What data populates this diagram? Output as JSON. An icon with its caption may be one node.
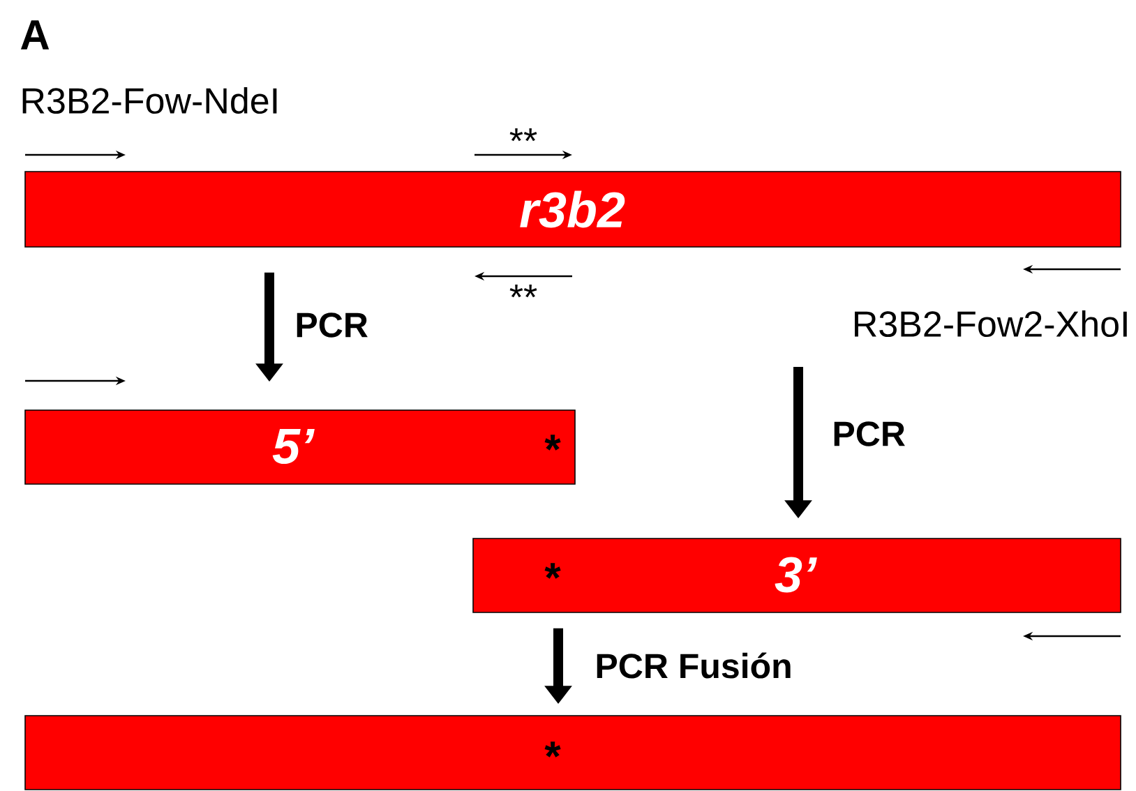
{
  "diagram": {
    "nodes": [
      {
        "text": [
          "r3b2"
        ]
      },
      {
        "text": [
          "5’",
          "*"
        ]
      },
      {
        "text": [
          "*",
          "3’"
        ]
      },
      {
        "text": [
          "*"
        ]
      }
    ],
    "edges": [
      {
        "from": 0,
        "to": 1,
        "arrow": "to",
        "label": "PCR"
      },
      {
        "from": null,
        "to": 2,
        "arrow": "to",
        "label": "PCR"
      },
      {
        "from": 2,
        "to": 3,
        "arrow": "to",
        "label": "PCR Fusión"
      }
    ],
    "labels": [
      "A",
      "R3B2-Fow-NdeI",
      "**",
      "**",
      "R3B2-Fow2-XhoI"
    ]
  }
}
